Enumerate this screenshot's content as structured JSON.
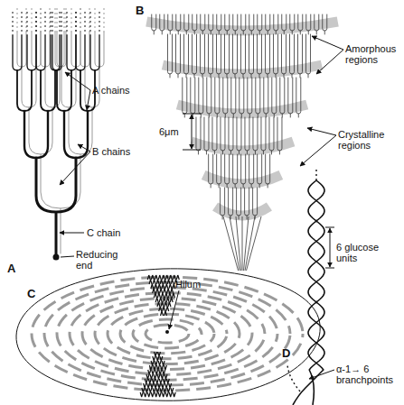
{
  "diagram": {
    "labels": [
      "A chains",
      "A",
      "B chains",
      "C chain",
      "Reducing end",
      "B",
      "Amorphous regions",
      "6μm",
      "Crystalline regions",
      "C",
      "Hilum",
      "D",
      "6 glucose units",
      "α-1→ 6 branchpoints"
    ]
  }
}
